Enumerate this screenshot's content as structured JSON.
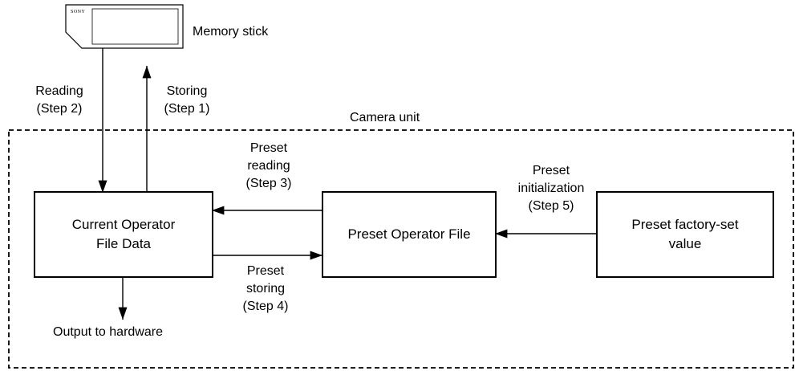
{
  "memory_stick": {
    "brand": "SONY",
    "label": "Memory stick"
  },
  "camera_unit_label": "Camera unit",
  "arrows": {
    "reading": "Reading\n(Step 2)",
    "storing": "Storing\n(Step 1)",
    "preset_reading": "Preset\nreading\n(Step 3)",
    "preset_storing": "Preset\nstoring\n(Step 4)",
    "preset_initialization": "Preset\ninitialization\n(Step 5)",
    "output": "Output to hardware"
  },
  "boxes": {
    "current_operator": "Current Operator\nFile Data",
    "preset_operator": "Preset Operator File",
    "preset_factory": "Preset factory-set\nvalue"
  }
}
